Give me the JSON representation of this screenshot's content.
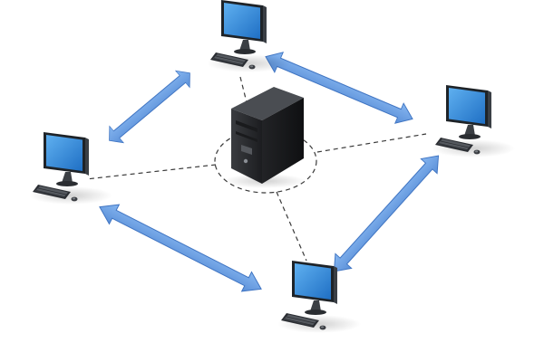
{
  "diagram": {
    "server": {
      "icon": "tower-server-icon"
    },
    "workstations": [
      {
        "id": "top",
        "icon": "desktop-computer-icon"
      },
      {
        "id": "right",
        "icon": "desktop-computer-icon"
      },
      {
        "id": "left",
        "icon": "desktop-computer-icon"
      },
      {
        "id": "bottom",
        "icon": "desktop-computer-icon"
      }
    ],
    "links": {
      "dashed": [
        "server-top",
        "server-right",
        "server-left",
        "server-bottom"
      ],
      "arrows": [
        "left-top",
        "top-right",
        "right-bottom",
        "bottom-left"
      ]
    },
    "colors": {
      "arrow": "#6a9ee0",
      "arrow_stroke": "#3f74c2",
      "screen": "#2f86d8",
      "monitor_frame": "#1e2328",
      "server_body": "#2b2d30",
      "dashed_line": "#3a3a3a"
    }
  }
}
